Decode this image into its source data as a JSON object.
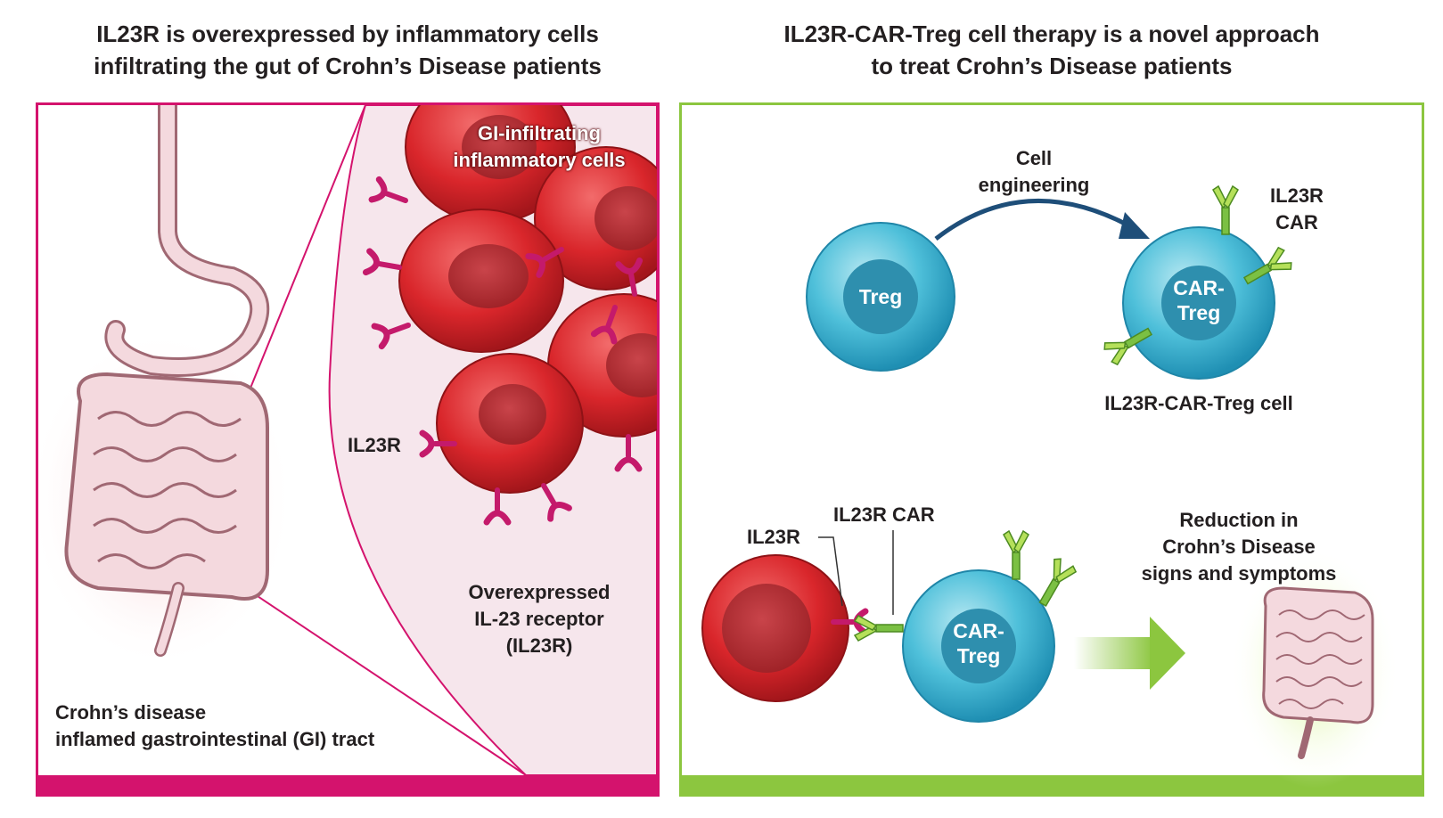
{
  "left_heading": {
    "line1": "IL23R is overexpressed by inflammatory cells",
    "line2": "infiltrating the gut of Crohn’s Disease patients"
  },
  "right_heading": {
    "line1": "IL23R-CAR-Treg cell therapy is a novel approach",
    "line2": "to treat Crohn’s Disease patients"
  },
  "left_panel": {
    "gi_cells_label": {
      "line1": "GI-infiltrating",
      "line2": "inflammatory cells"
    },
    "il23r_label": "IL23R",
    "receptor_label": {
      "line1": "Overexpressed",
      "line2": "IL-23 receptor",
      "line3": "(IL23R)"
    },
    "tract_label": {
      "line1": "Crohn’s disease",
      "line2": "inflamed gastrointestinal (GI) tract"
    }
  },
  "right_panel": {
    "engineering_label": {
      "line1": "Cell",
      "line2": "engineering"
    },
    "treg_label": "Treg",
    "car_treg_label": {
      "line1": "CAR-",
      "line2": "Treg"
    },
    "il23r_car_label": {
      "line1": "IL23R",
      "line2": "CAR"
    },
    "car_treg_cell_label": "IL23R-CAR-Treg cell",
    "bottom_il23r_label": "IL23R",
    "bottom_il23r_car_label": "IL23R CAR",
    "reduction_label": {
      "line1": "Reduction in",
      "line2": "Crohn’s Disease",
      "line3": "signs and symptoms"
    }
  },
  "colors": {
    "magenta": "#d4136d",
    "green": "#8cc63f",
    "red_cell": "#d9262b",
    "treg_blue": "#3fb6d3",
    "dark_arrow": "#1e4e79"
  }
}
